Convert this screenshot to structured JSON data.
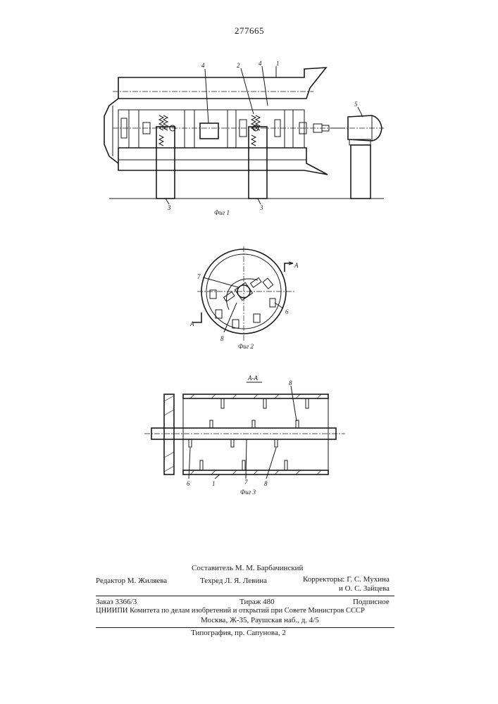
{
  "patent_number": "277665",
  "figures": {
    "fig1": {
      "caption": "Фиг 1",
      "labels": [
        "4",
        "2",
        "4",
        "1",
        "5",
        "3",
        "3"
      ]
    },
    "fig2": {
      "caption": "Фиг 2",
      "labels": [
        "7",
        "6",
        "8"
      ],
      "section_marks": [
        "А",
        "А"
      ]
    },
    "fig3": {
      "caption": "Фиг 3",
      "title": "А-А",
      "labels": [
        "8",
        "6",
        "1",
        "7",
        "8"
      ]
    }
  },
  "imprint": {
    "composer": "Составитель М. М. Барбачинский",
    "editor": "Редактор М. Жиляева",
    "techred": "Техред Л. Я. Левина",
    "correctors_1": "Корректоры: Г. С. Мухина",
    "correctors_2": "и О. С. Зайцева",
    "order": "Заказ 3366/3",
    "circulation": "Тираж 480",
    "subscription": "Подписное",
    "institute": "ЦНИИПИ Комитета по делам изобретений и открытий при Совете Министров СССР",
    "address": "Москва, Ж-35, Раушская наб., д. 4/5",
    "printer": "Типография, пр. Сапунова, 2"
  }
}
